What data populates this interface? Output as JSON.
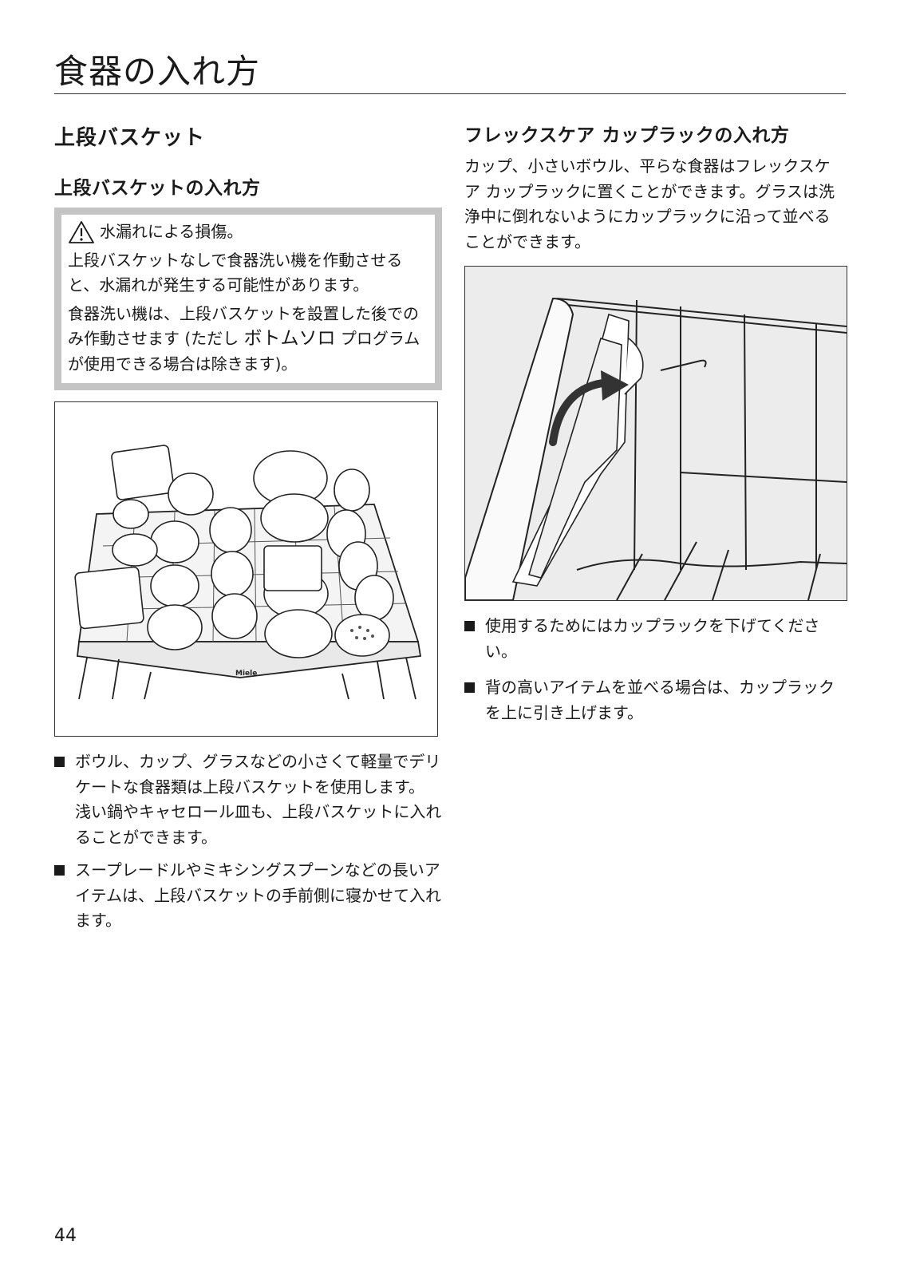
{
  "page": {
    "title": "食器の入れ方",
    "page_number": "44"
  },
  "left": {
    "section_heading": "上段バスケット",
    "subheading": "上段バスケットの入れ方",
    "warning": {
      "title": "水漏れによる損傷。",
      "paragraph1": "上段バスケットなしで食器洗い機を作動させると、水漏れが発生する可能性があります。",
      "paragraph2_before": "食器洗い機は、上段バスケットを設置した後でのみ作動させます (ただし ",
      "program_name": "ボトムソロ",
      "paragraph2_after": " プログラムが使用できる場合は除きます)。"
    },
    "figure_brand": "Miele",
    "bullets": [
      {
        "line1": "ボウル、カップ、グラスなどの小さくて軽量でデリケートな食器類は上段バスケットを使用します。",
        "line2": "浅い鍋やキャセロール皿も、上段バスケットに入れることができます。"
      },
      {
        "line1": "スープレードルやミキシングスプーンなどの長いアイテムは、上段バスケットの手前側に寝かせて入れます。"
      }
    ]
  },
  "right": {
    "heading": "フレックスケア カップラックの入れ方",
    "intro": "カップ、小さいボウル、平らな食器はフレックスケア カップラックに置くことができます。グラスは洗浄中に倒れないようにカップラックに沿って並べることができます。",
    "bullets": [
      "使用するためにはカップラックを下げてください。",
      "背の高いアイテムを並べる場合は、カップラックを上に引き上げます。"
    ]
  },
  "icons": {
    "warning": "warning-triangle-icon",
    "bullet": "square-bullet-icon"
  }
}
